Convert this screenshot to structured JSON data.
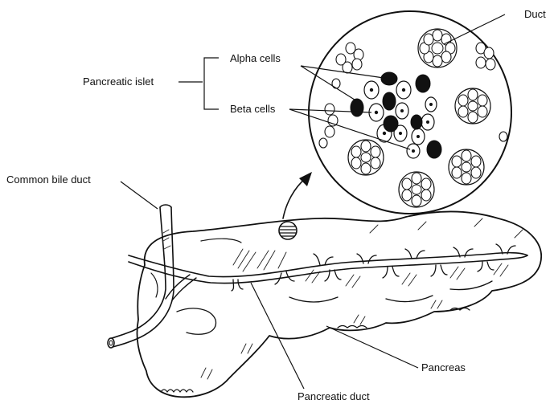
{
  "labels": {
    "duct": "Duct",
    "alpha_cells": "Alpha cells",
    "pancreatic_islet": "Pancreatic islet",
    "beta_cells": "Beta cells",
    "common_bile_duct": "Common bile duct",
    "pancreas": "Pancreas",
    "pancreatic_duct": "Pancreatic duct"
  },
  "colors": {
    "ink": "#111111",
    "background": "#ffffff"
  }
}
